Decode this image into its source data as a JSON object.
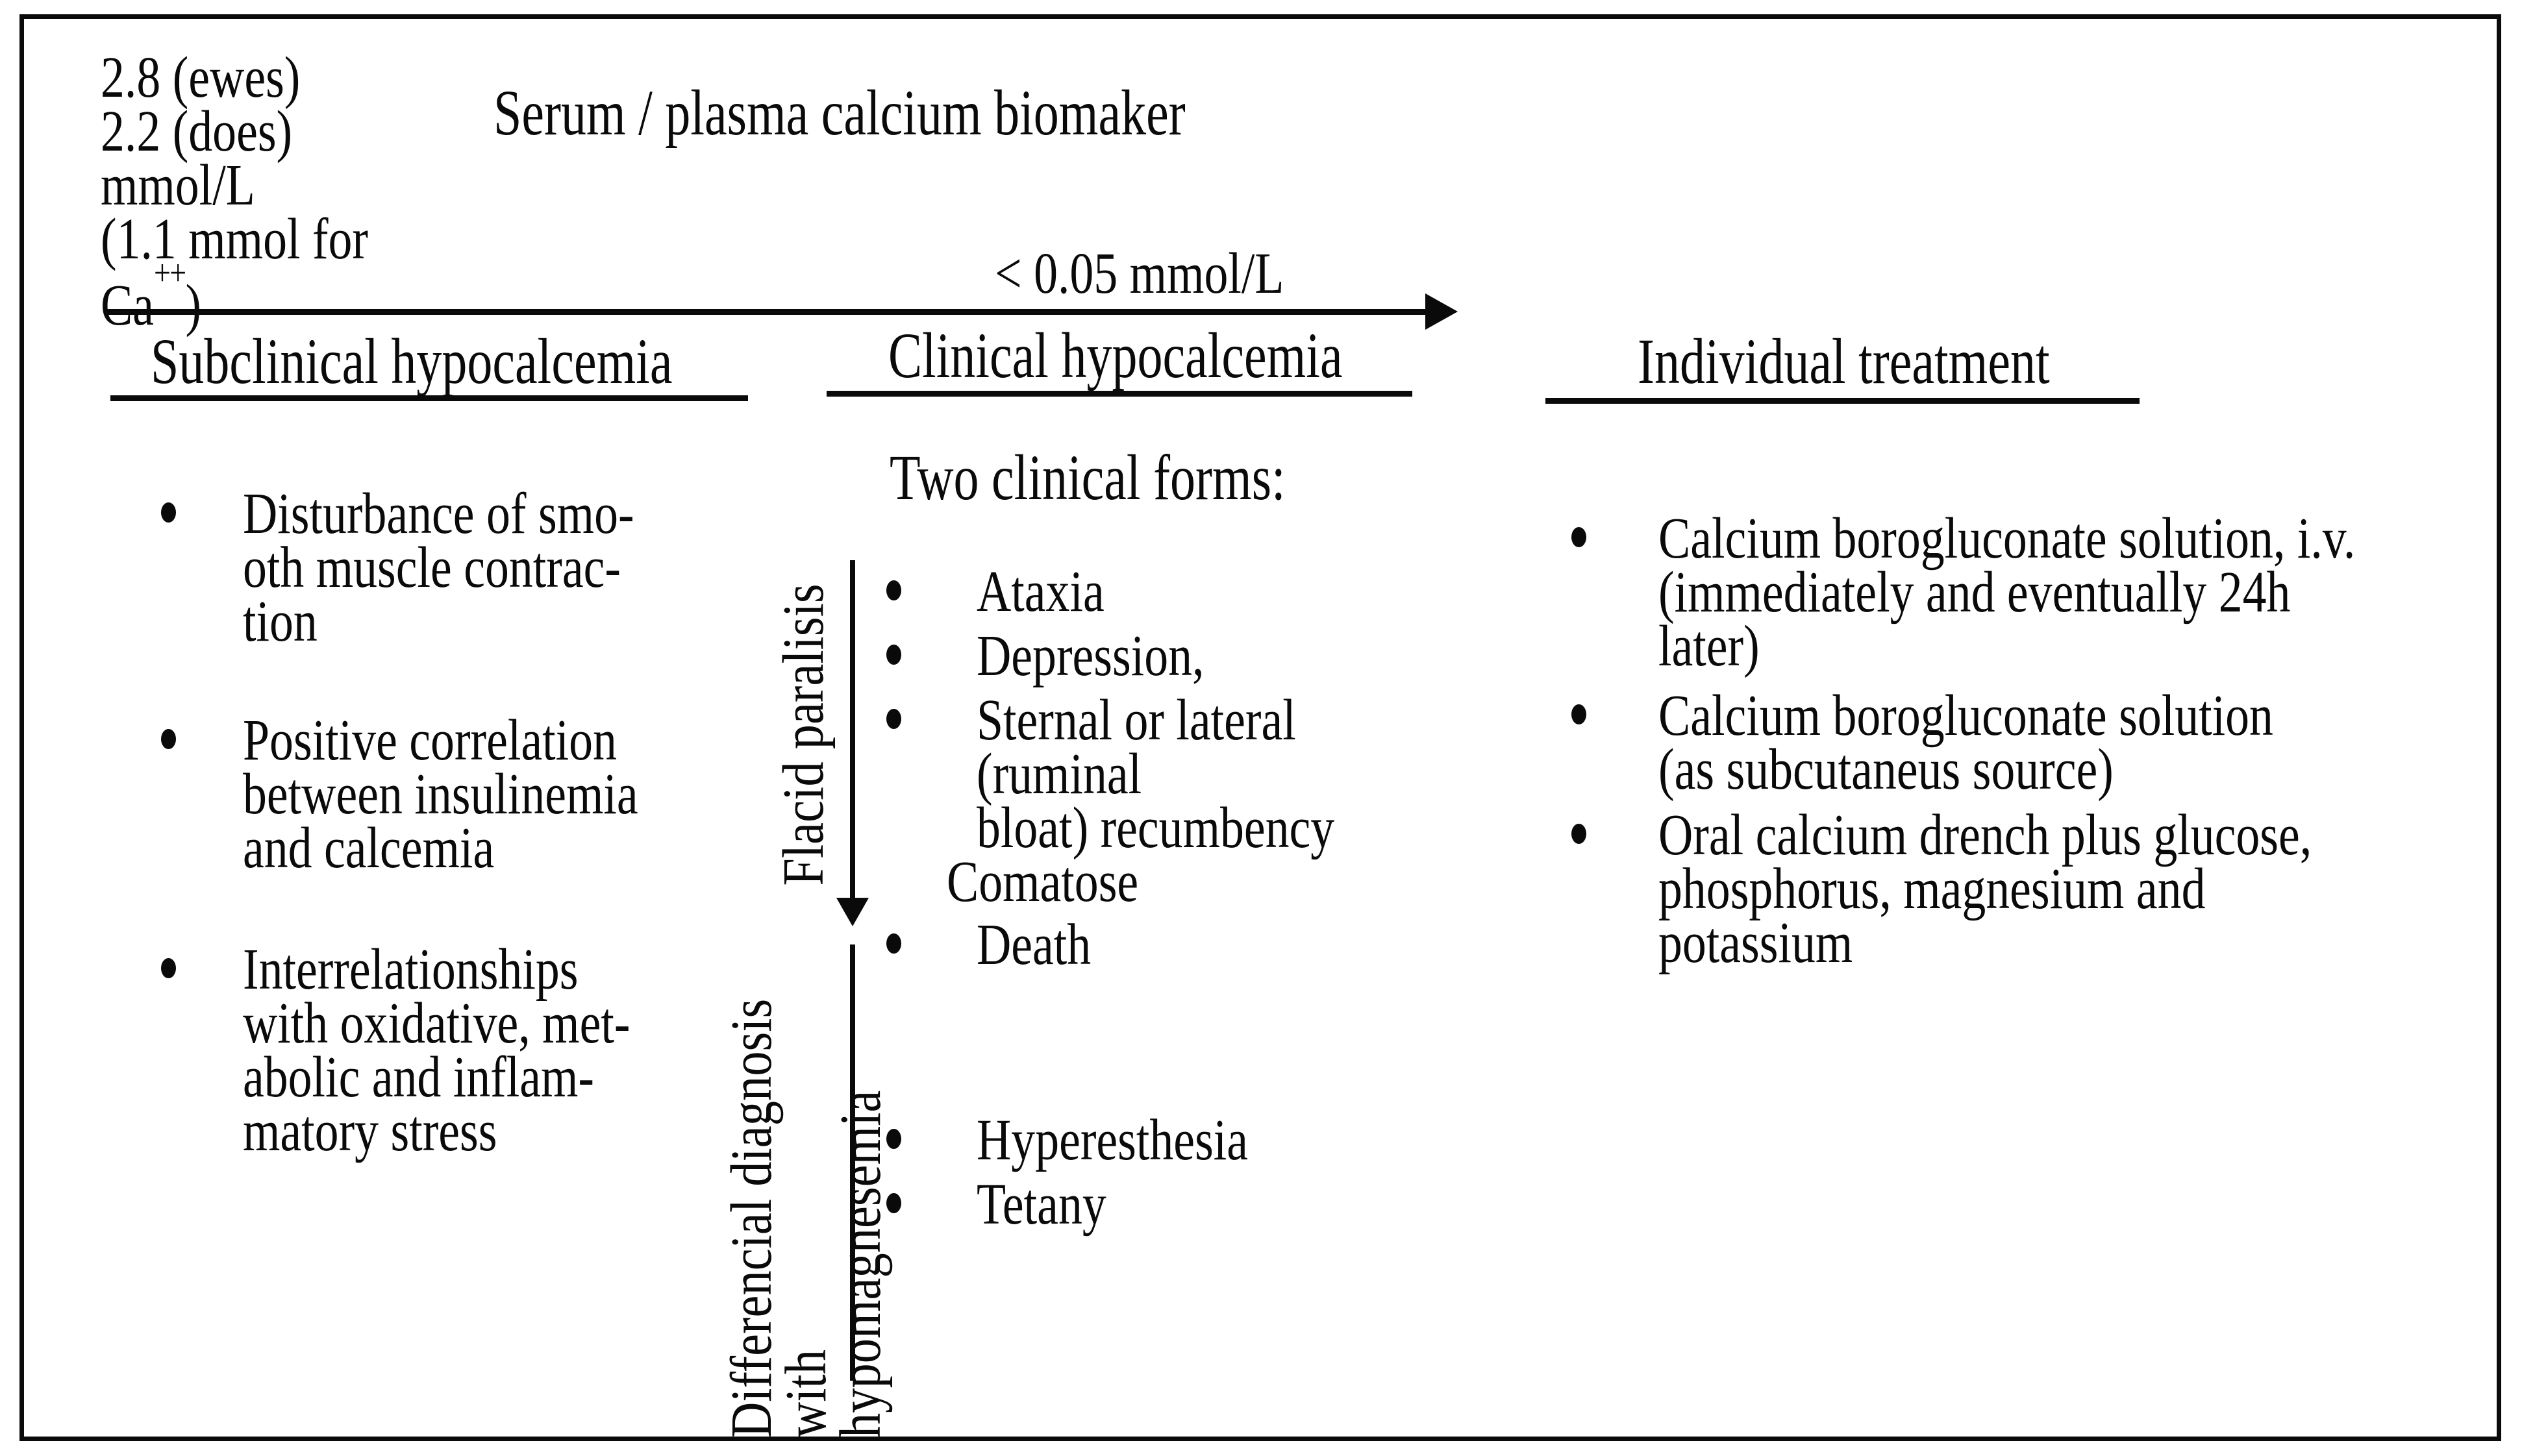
{
  "colors": {
    "ink": "#0a0a0a",
    "background": "#ffffff"
  },
  "banner": {
    "reference_values": "2.8 (ewes)\n2.2 (does)\nmmol/L\n(1.1 mmol for",
    "ca_base": "Ca",
    "ca_superscript": "++",
    "ca_close": ")",
    "title": "Serum / plasma calcium biomaker",
    "arrow_label": "< 0.05 mmol/L"
  },
  "columns": {
    "subclinical": {
      "header": "Subclinical hypocalcemia",
      "bullets": [
        "Disturbance of smo-\noth muscle contrac-\ntion",
        "Positive correlation\nbetween insulinemia\nand calcemia",
        "Interrelationships\nwith oxidative, met-\nabolic and inflam-\nmatory stress"
      ]
    },
    "clinical": {
      "header": "Clinical hypocalcemia",
      "subtitle": "Two clinical forms:",
      "flaccid_label": "Flacid paralisis",
      "flaccid_bullets": [
        "Ataxia",
        "Depression,",
        "Sternal or lateral (ruminal\nbloat) recumbency",
        "Comatose",
        "Death"
      ],
      "differential_label": "Differencial diagnosis\nwith hypomagnesemia",
      "differential_bullets": [
        "Hyperesthesia",
        "Tetany"
      ]
    },
    "treatment": {
      "header": "Individual treatment",
      "bullets": [
        "Calcium borogluconate solution, i.v.\n(immediately and eventually 24h later)",
        "Calcium borogluconate solution\n(as subcutaneus source)",
        "Oral calcium drench plus glucose,\nphosphorus, magnesium and potassium"
      ]
    }
  }
}
